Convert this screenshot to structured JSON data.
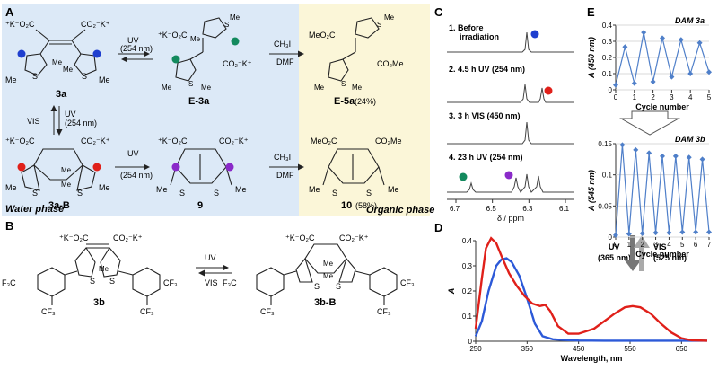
{
  "panels": {
    "A": {
      "label": "A",
      "compounds": {
        "c3a": "3a",
        "cE3a": "E-3a",
        "cE5a": "E-5a",
        "cE5a_yield": "(24%)",
        "c3aB": "3a-B",
        "c9": "9",
        "c10": "10",
        "c10_yield": "(58%)"
      },
      "carboxylate": "CO₂⁻K⁺",
      "carboxylate_left": "⁺K⁻O₂C",
      "ester_left": "MeO₂C",
      "ester_right": "CO₂Me",
      "methyl": "Me",
      "sulfur": "S",
      "arrows": {
        "uv": "UV",
        "uv254": "(254 nm)",
        "vis": "VIS",
        "ch3i": "CH₃I",
        "dmf": "DMF"
      },
      "phases": {
        "water": "Water phase",
        "organic": "Organic phase"
      }
    },
    "B": {
      "label": "B",
      "cf3": "CF₃",
      "f3c": "F₃C",
      "compounds": {
        "c3b": "3b",
        "c3bB": "3b-B"
      },
      "arrows": {
        "uv": "UV",
        "vis": "VIS"
      }
    },
    "C": {
      "label": "C",
      "traces": [
        {
          "label": "1.  Before",
          "label2": "irradiation"
        },
        {
          "label": "2. 4.5 h UV (254 nm)"
        },
        {
          "label": "3. 3 h VIS (450 nm)"
        },
        {
          "label": "4. 23 h UV (254 nm)"
        }
      ],
      "xticks": [
        "6.7",
        "6.5",
        "6.3",
        "6.1"
      ],
      "xlabel": "δ / ppm",
      "marker_colors": {
        "blue": "#1f3fcf",
        "red": "#e0201a",
        "green": "#138a5e",
        "purple": "#8a2ac9"
      }
    },
    "D": {
      "label": "D",
      "ylabel": "A",
      "xlabel": "Wavelength, nm",
      "uv_label": "UV",
      "uv_wl": "(365 nm)",
      "vis_label": "VIS",
      "vis_wl": "(525 nm)"
    },
    "E": {
      "label": "E",
      "top_title": "DAM 3a",
      "top_ylabel": "A (450 nm)",
      "bottom_title": "DAM 3b",
      "bottom_ylabel": "A (545 nm)",
      "xlabel": "Cycle number"
    }
  },
  "chart_data": [
    {
      "type": "line",
      "panel": "D",
      "xlabel": "Wavelength, nm",
      "ylabel": "A",
      "xlim": [
        250,
        700
      ],
      "ylim": [
        0,
        0.4
      ],
      "xticks": [
        250,
        350,
        450,
        550,
        650
      ],
      "yticks": [
        0,
        0.1,
        0.2,
        0.3,
        0.4
      ],
      "series": [
        {
          "name": "",
          "color": "#2c59d8",
          "x": [
            250,
            262,
            275,
            290,
            300,
            310,
            320,
            335,
            350,
            365,
            380,
            400,
            420,
            450,
            500,
            550,
            600,
            650,
            700
          ],
          "y": [
            0.02,
            0.08,
            0.2,
            0.3,
            0.325,
            0.33,
            0.315,
            0.26,
            0.17,
            0.07,
            0.02,
            0.008,
            0.005,
            0.003,
            0.002,
            0.002,
            0.002,
            0.002,
            0.002
          ]
        },
        {
          "name": "",
          "color": "#e0201a",
          "x": [
            250,
            262,
            270,
            280,
            290,
            300,
            315,
            330,
            345,
            360,
            375,
            385,
            395,
            410,
            430,
            450,
            480,
            500,
            520,
            540,
            555,
            570,
            590,
            610,
            630,
            650,
            670,
            700
          ],
          "y": [
            0.05,
            0.25,
            0.37,
            0.41,
            0.39,
            0.34,
            0.27,
            0.22,
            0.18,
            0.15,
            0.14,
            0.145,
            0.12,
            0.06,
            0.03,
            0.03,
            0.05,
            0.08,
            0.11,
            0.135,
            0.14,
            0.135,
            0.11,
            0.07,
            0.035,
            0.012,
            0.004,
            0.002
          ]
        }
      ]
    },
    {
      "type": "line",
      "panel": "E-top",
      "title": "DAM 3a",
      "xlabel": "Cycle number",
      "ylabel": "A (450 nm)",
      "xlim": [
        0,
        5
      ],
      "ylim": [
        0,
        0.4
      ],
      "xticks": [
        0,
        1,
        2,
        3,
        4,
        5
      ],
      "yticks": [
        0,
        0.1,
        0.2,
        0.3,
        0.4
      ],
      "x": [
        0,
        0.5,
        1,
        1.5,
        2,
        2.5,
        3,
        3.5,
        4,
        4.5,
        5
      ],
      "values": [
        0.03,
        0.265,
        0.04,
        0.355,
        0.05,
        0.32,
        0.08,
        0.31,
        0.1,
        0.29,
        0.11
      ]
    },
    {
      "type": "line",
      "panel": "E-bottom",
      "title": "DAM 3b",
      "xlabel": "Cycle number",
      "ylabel": "A (545 nm)",
      "xlim": [
        0,
        7
      ],
      "ylim": [
        0,
        0.15
      ],
      "xticks": [
        0,
        1,
        2,
        3,
        4,
        5,
        6,
        7
      ],
      "yticks": [
        0,
        0.05,
        0.1,
        0.15
      ],
      "x": [
        0,
        0.5,
        1,
        1.5,
        2,
        2.5,
        3,
        3.5,
        4,
        4.5,
        5,
        5.5,
        6,
        6.5,
        7
      ],
      "values": [
        0.003,
        0.148,
        0.005,
        0.14,
        0.006,
        0.135,
        0.007,
        0.13,
        0.007,
        0.13,
        0.008,
        0.128,
        0.008,
        0.125,
        0.008
      ]
    }
  ]
}
